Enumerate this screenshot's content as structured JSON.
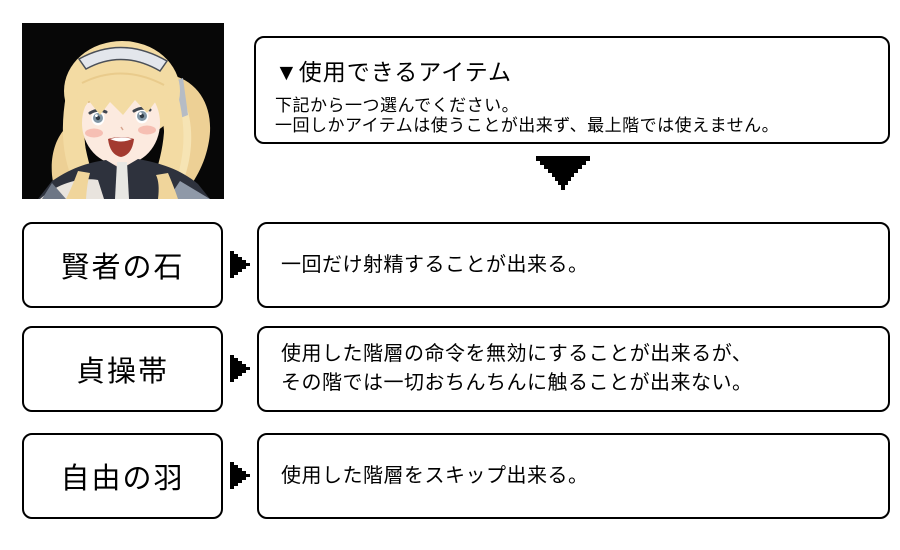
{
  "dialog": {
    "title": "▼使用できるアイテム",
    "body": "下記から一つ選んでください。\n一回しかアイテムは使うことが出来ず、最上階では使えません。"
  },
  "items": [
    {
      "name": "賢者の石",
      "description": "一回だけ射精することが出来る。"
    },
    {
      "name": "貞操帯",
      "description": "使用した階層の命令を無効にすることが出来るが、\nその階では一切おちんちんに触ることが出来ない。"
    },
    {
      "name": "自由の羽",
      "description": "使用した階層をスキップ出来る。"
    }
  ],
  "portrait": {
    "description": "smiling blonde twin-tail girl with grey headdress on black background"
  },
  "icons": {
    "title_marker": "▼",
    "down_arrow": "pixelated-down-triangle",
    "right_arrow": "pixelated-right-triangle"
  },
  "colors": {
    "background": "#ffffff",
    "box_border": "#000000",
    "text": "#000000",
    "arrow": "#000000",
    "portrait_bg": "#070707",
    "hair": "#f3dba3",
    "hair_shadow": "#e3bf7d",
    "skin": "#fceadf",
    "blush": "#f2a89b",
    "eye": "#8196a5",
    "mouth": "#a33a30",
    "outfit": "#2e323d",
    "headdress": "#e3e6ec",
    "accent_gray": "#9aa4b2"
  }
}
